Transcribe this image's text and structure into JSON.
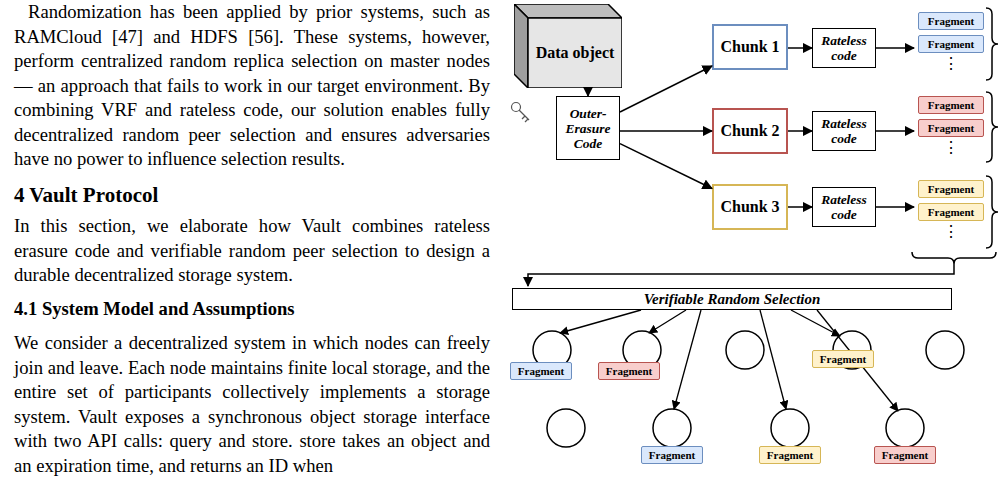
{
  "diagram": {
    "nodes": [
      {
        "text": [
          "Data object"
        ]
      },
      {
        "text": [
          "Outer- Erasure Code"
        ]
      },
      {
        "text": [
          "Chunk 1"
        ]
      },
      {
        "text": [
          "Rateless code"
        ]
      },
      {
        "text": [
          "Fragment"
        ]
      },
      {
        "text": [
          "Fragment"
        ]
      },
      {
        "text": [
          "Chunk 2"
        ]
      },
      {
        "text": [
          "Rateless code"
        ]
      },
      {
        "text": [
          "Fragment"
        ]
      },
      {
        "text": [
          "Fragment"
        ]
      },
      {
        "text": [
          "Chunk 3"
        ]
      },
      {
        "text": [
          "Rateless code"
        ]
      },
      {
        "text": [
          "Fragment"
        ]
      },
      {
        "text": [
          "Fragment"
        ]
      },
      {
        "text": [
          "Verifiable Random Selection"
        ]
      },
      {
        "text": [
          "Fragment"
        ]
      },
      {
        "text": [
          "Fragment"
        ]
      },
      {
        "text": [
          "Fragment"
        ]
      },
      {
        "text": [
          "Fragment"
        ]
      },
      {
        "text": [
          "Fragment"
        ]
      },
      {
        "text": [
          "Fragment"
        ]
      }
    ],
    "edges": [
      {
        "from": 0,
        "to": 1,
        "arrow": "to"
      },
      {
        "from": 1,
        "to": 2,
        "arrow": "to"
      },
      {
        "from": 1,
        "to": 6,
        "arrow": "to"
      },
      {
        "from": 1,
        "to": 10,
        "arrow": "to"
      },
      {
        "from": 2,
        "to": 3,
        "arrow": "to"
      },
      {
        "from": 6,
        "to": 7,
        "arrow": "to"
      },
      {
        "from": 10,
        "to": 11,
        "arrow": "to"
      }
    ],
    "labels": [
      "Randomization has been applied by prior systems, such as RAMCloud [47] and HDFS [56]. These systems, however, perform centralized random replica selection on master nodes — an approach that fails to work in our target environment. By combining VRF and rateless code, our solution enables fully decentralized random peer selection and ensures adversaries have no power to influence selection results.",
      "4 Vault Protocol",
      "In this section, we elaborate how Vault combines rateless erasure code and verifiable random peer selection to design a durable decentralized storage system.",
      "4.1 System Model and Assumptions",
      "We consider a decentralized system in which nodes can freely join and leave. Each node maintains finite local storage, and the entire set of participants collectively implements a storage system. Vault exposes a synchronous object storage interface with two API calls: query and store. store takes an object and an expiration time, and returns an ID when",
      "⋮",
      "⋮",
      "⋮"
    ]
  }
}
